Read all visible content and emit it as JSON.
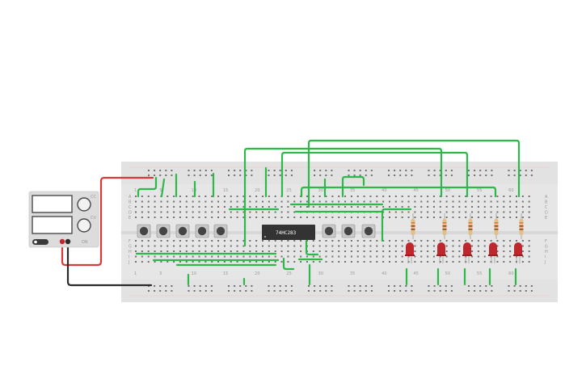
{
  "canvas": {
    "background": "#ffffff"
  },
  "breadboard": {
    "color": "#e6e6e6",
    "top_rail_columns": [
      1,
      5,
      10,
      15,
      20,
      25,
      30,
      35,
      40,
      45,
      50,
      55,
      60
    ],
    "bottom_rail_columns": [
      1,
      5,
      10,
      15,
      20,
      25,
      30,
      35,
      40,
      45,
      50,
      55,
      60
    ],
    "row_letters_top": [
      "A",
      "B",
      "C",
      "D",
      "E"
    ],
    "row_letters_bottom": [
      "F",
      "G",
      "H",
      "I",
      "J"
    ],
    "column_numbers_top": [
      "1",
      "5",
      "10",
      "15",
      "20",
      "25",
      "30",
      "35",
      "40",
      "45",
      "50",
      "55",
      "60"
    ],
    "column_numbers_bottom": [
      "1",
      "5",
      "10",
      "15",
      "20",
      "25",
      "30",
      "35",
      "40",
      "45",
      "50",
      "55",
      "60"
    ]
  },
  "power_supply": {
    "body_color": "#dcdcdc",
    "display_color": "#ffffff",
    "knob_labels": [
      "CC",
      "CV"
    ],
    "button_label": "ON",
    "terminals": [
      "negative",
      "positive"
    ]
  },
  "chip": {
    "label": "74HC283",
    "color": "#333333"
  },
  "push_buttons": {
    "count": 8,
    "color": "#444444"
  },
  "leds": {
    "count": 5,
    "color": "#c0272d"
  },
  "resistors": {
    "count": 5,
    "band_colors": [
      "#d4813a",
      "#c0272d",
      "#8b4a1e"
    ]
  },
  "wires": {
    "signal_color": "#2db84a",
    "power_color": "#d83a3a",
    "ground_color": "#2a2a2a"
  }
}
